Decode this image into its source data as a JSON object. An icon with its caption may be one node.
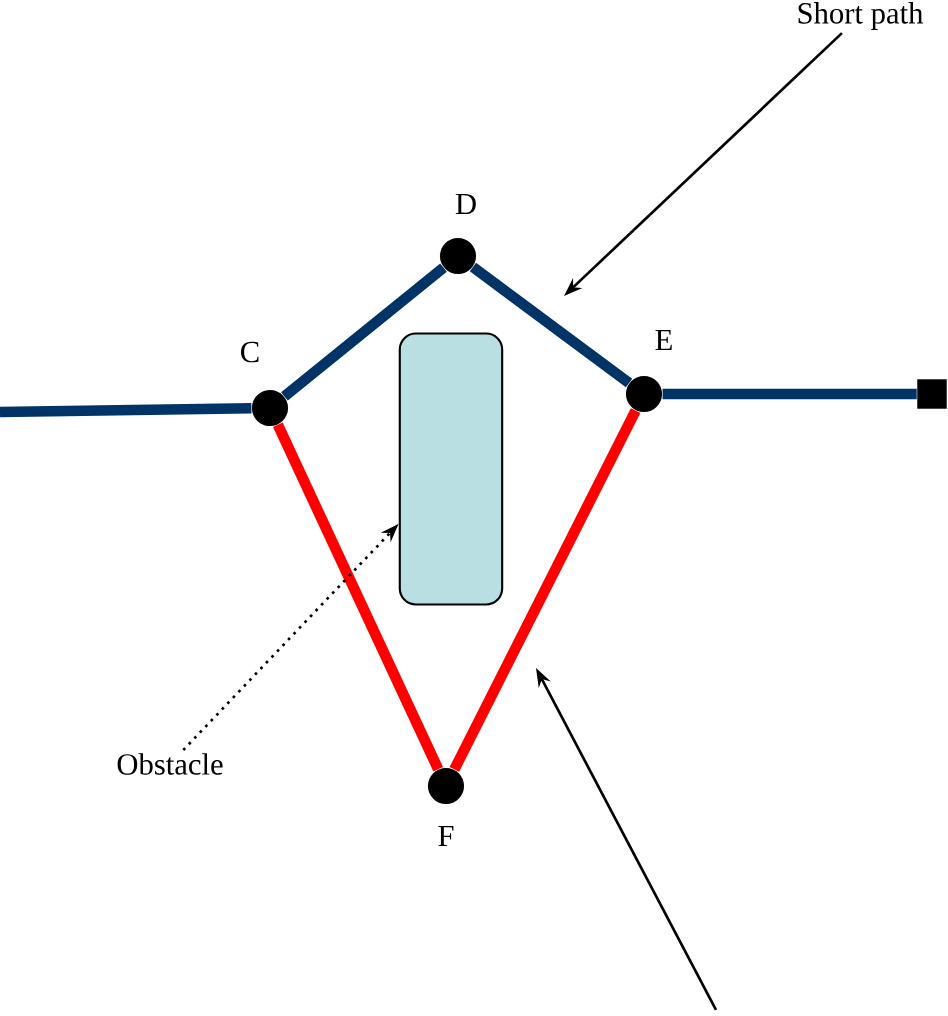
{
  "diagram": {
    "nodes": [
      {
        "text": [],
        "shape": "circle",
        "beside": [
          "C"
        ]
      },
      {
        "text": [],
        "shape": "circle",
        "beside": [
          "D"
        ]
      },
      {
        "text": [],
        "shape": "circle",
        "beside": [
          "E"
        ]
      },
      {
        "text": [],
        "shape": "circle",
        "beside": [
          "F"
        ]
      },
      {
        "text": [],
        "shape": "box"
      },
      {
        "text": [],
        "shape": "box"
      },
      {
        "text": [
          "Obstacle"
        ]
      },
      {
        "text": [
          "Short path"
        ]
      }
    ],
    "edges": [
      {
        "from": null,
        "to": 0,
        "arrow": "none"
      },
      {
        "from": 0,
        "to": 1,
        "arrow": "none"
      },
      {
        "from": 1,
        "to": 2,
        "arrow": "none"
      },
      {
        "from": 2,
        "to": 5,
        "arrow": "none"
      },
      {
        "from": 0,
        "to": 3,
        "arrow": "none",
        "color": "#ff0000"
      },
      {
        "from": 3,
        "to": 2,
        "arrow": "none",
        "color": "#ff0000"
      },
      {
        "from": 7,
        "to": null,
        "arrow": "to",
        "color": "#000000"
      },
      {
        "from": 6,
        "to": 4,
        "arrow": "to",
        "style": "dashed",
        "color": "#000000"
      }
    ]
  }
}
